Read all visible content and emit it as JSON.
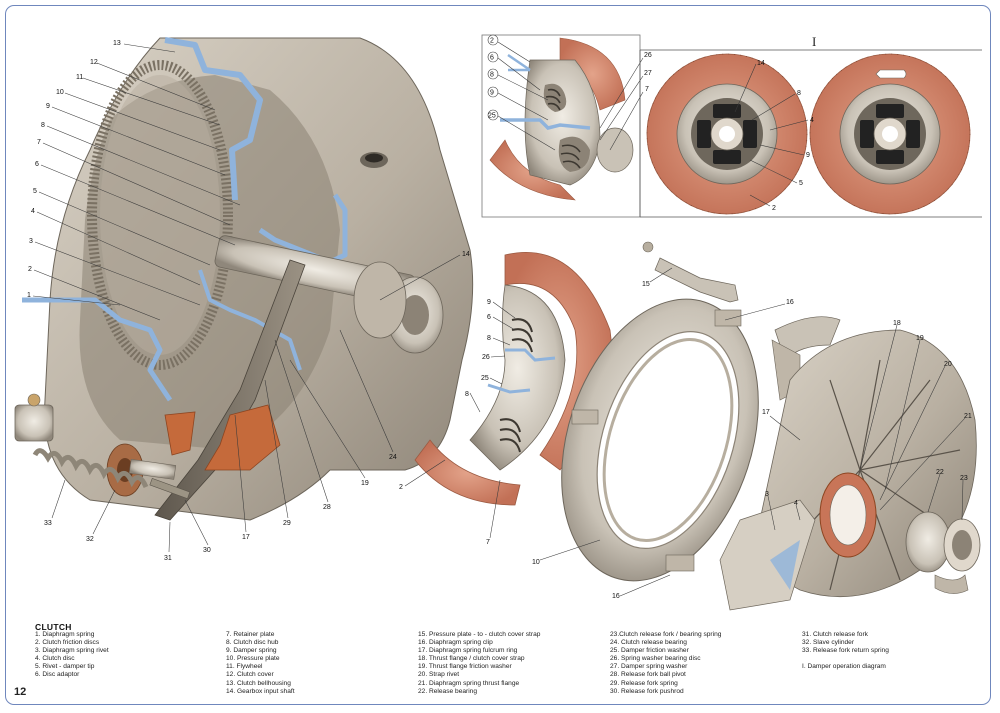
{
  "caption": "CLUTCH",
  "page_number": "12",
  "diagram_label": "I",
  "inset_callouts": {
    "left": [
      "2",
      "6",
      "8",
      "9",
      "25",
      "26",
      "27",
      "7"
    ],
    "right": [
      "14",
      "8",
      "4",
      "9",
      "5",
      "2"
    ]
  },
  "main_callouts": [
    "13",
    "12",
    "11",
    "10",
    "9",
    "8",
    "7",
    "6",
    "5",
    "4",
    "3",
    "2",
    "1",
    "14",
    "24",
    "19",
    "28",
    "29",
    "17",
    "33",
    "32",
    "31",
    "30"
  ],
  "exploded_callouts": [
    "15",
    "16",
    "9",
    "6",
    "8",
    "26",
    "25",
    "8",
    "2",
    "7",
    "10",
    "16",
    "18",
    "19",
    "20",
    "21",
    "17",
    "22",
    "23",
    "3",
    "4"
  ],
  "legend": [
    [
      "1. Diaphragm spring",
      "2. Clutch friction discs",
      "3. Diaphragm spring rivet",
      "4. Clutch disc",
      "5. Rivet - damper tip",
      "6. Disc adaptor"
    ],
    [
      "7. Retainer plate",
      "8. Clutch disc hub",
      "9. Damper spring",
      "10. Pressure plate",
      "11. Flywheel",
      "12. Clutch cover",
      "13. Clutch bellhousing",
      "14. Gearbox input shaft"
    ],
    [
      "15. Pressure plate - to - clutch cover strap",
      "16. Diaphragm spring clip",
      "17. Diaphragm spring fulcrum ring",
      "18. Thrust flange / clutch cover strap",
      "19. Thrust flange friction washer",
      "20. Strap rivet",
      "21. Diaphragm spring thrust flange",
      "22. Release bearing"
    ],
    [
      "23.Clutch release fork / bearing spring",
      "24. Clutch release bearing",
      "25. Damper friction washer",
      "26. Spring washer bearing disc",
      "27. Damper spring washer",
      "28. Release fork ball pivot",
      "29. Release fork spring",
      "30. Release fork pushrod"
    ],
    [
      "31. Clutch release fork",
      "32. Slave cylinder",
      "33. Release fork return spring",
      "",
      "I. Damper operation diagram"
    ]
  ],
  "colors": {
    "frame": "#6f87bd",
    "friction_lining": "#d4866a",
    "section_blue": "#8fb3dc",
    "metal": "#c9c2b6"
  }
}
